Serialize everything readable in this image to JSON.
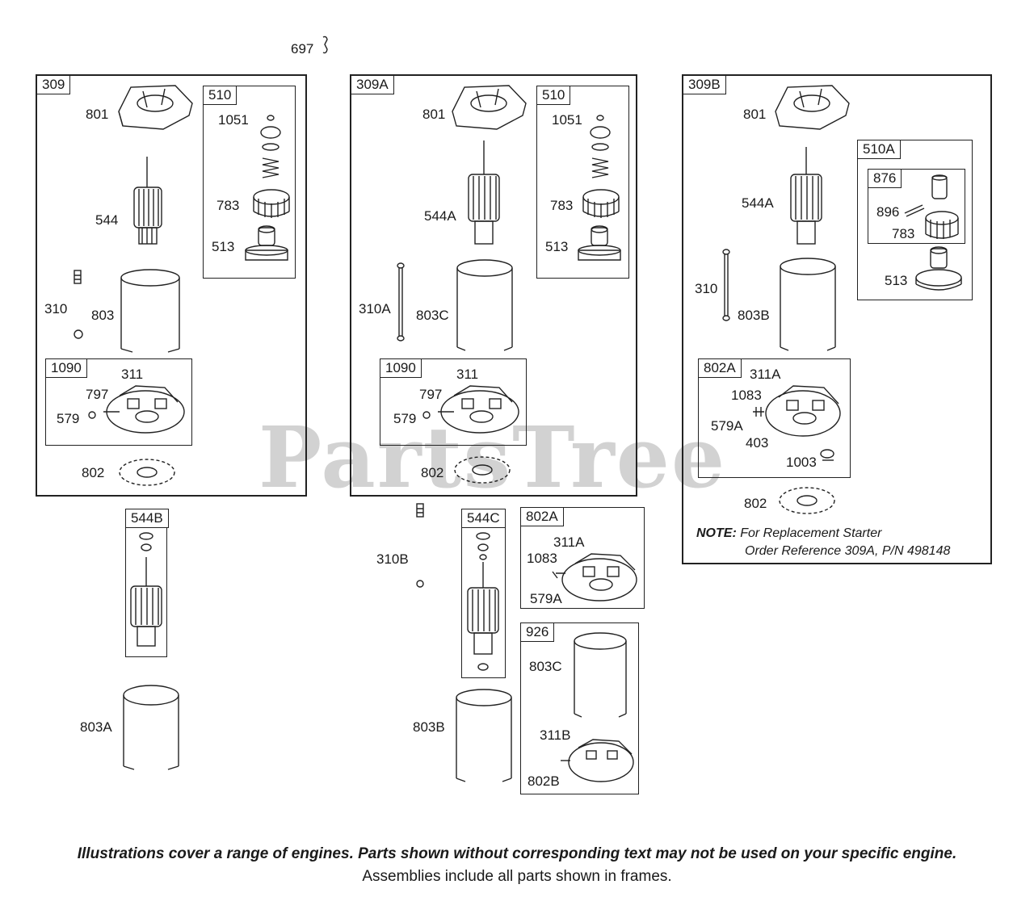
{
  "watermark": "PartsTree",
  "top_callout": "697",
  "group_309": {
    "tag": "309",
    "labels": {
      "p801": "801",
      "p544": "544",
      "p310": "310",
      "p803": "803",
      "p802": "802"
    },
    "sub_510": {
      "tag": "510",
      "labels": {
        "p1051": "1051",
        "p783": "783",
        "p513": "513"
      }
    },
    "sub_1090": {
      "tag": "1090",
      "labels": {
        "p311": "311",
        "p797": "797",
        "p579": "579"
      }
    }
  },
  "group_544B": {
    "tag": "544B"
  },
  "callout_803A": "803A",
  "group_309A": {
    "tag": "309A",
    "labels": {
      "p801": "801",
      "p544A": "544A",
      "p310A": "310A",
      "p803C": "803C",
      "p802": "802"
    },
    "sub_510": {
      "tag": "510",
      "labels": {
        "p1051": "1051",
        "p783": "783",
        "p513": "513"
      }
    },
    "sub_1090": {
      "tag": "1090",
      "labels": {
        "p311": "311",
        "p797": "797",
        "p579": "579"
      }
    }
  },
  "callout_310B": "310B",
  "group_544C": {
    "tag": "544C"
  },
  "callout_803B": "803B",
  "group_802A": {
    "tag": "802A",
    "labels": {
      "p311A": "311A",
      "p1083": "1083",
      "p579A": "579A"
    }
  },
  "group_926": {
    "tag": "926",
    "labels": {
      "p803C": "803C",
      "p311B": "311B",
      "p802B": "802B"
    }
  },
  "group_309B": {
    "tag": "309B",
    "labels": {
      "p801": "801",
      "p544A": "544A",
      "p310": "310",
      "p803B": "803B",
      "p802": "802"
    },
    "sub_510A": {
      "tag": "510A",
      "labels": {
        "p513": "513"
      }
    },
    "sub_876": {
      "tag": "876",
      "labels": {
        "p896": "896",
        "p783": "783"
      }
    },
    "sub_802A": {
      "tag": "802A",
      "labels": {
        "p311A": "311A",
        "p1083": "1083",
        "p579A": "579A",
        "p403": "403",
        "p1003": "1003"
      }
    }
  },
  "note": {
    "prefix": "NOTE:",
    "line1": "For Replacement Starter",
    "line2": "Order Reference 309A, P/N 498148"
  },
  "footer": {
    "line1": "Illustrations cover a range of engines. Parts shown without corresponding text may not be used on your specific engine.",
    "line2": "Assemblies include all parts shown in frames."
  }
}
